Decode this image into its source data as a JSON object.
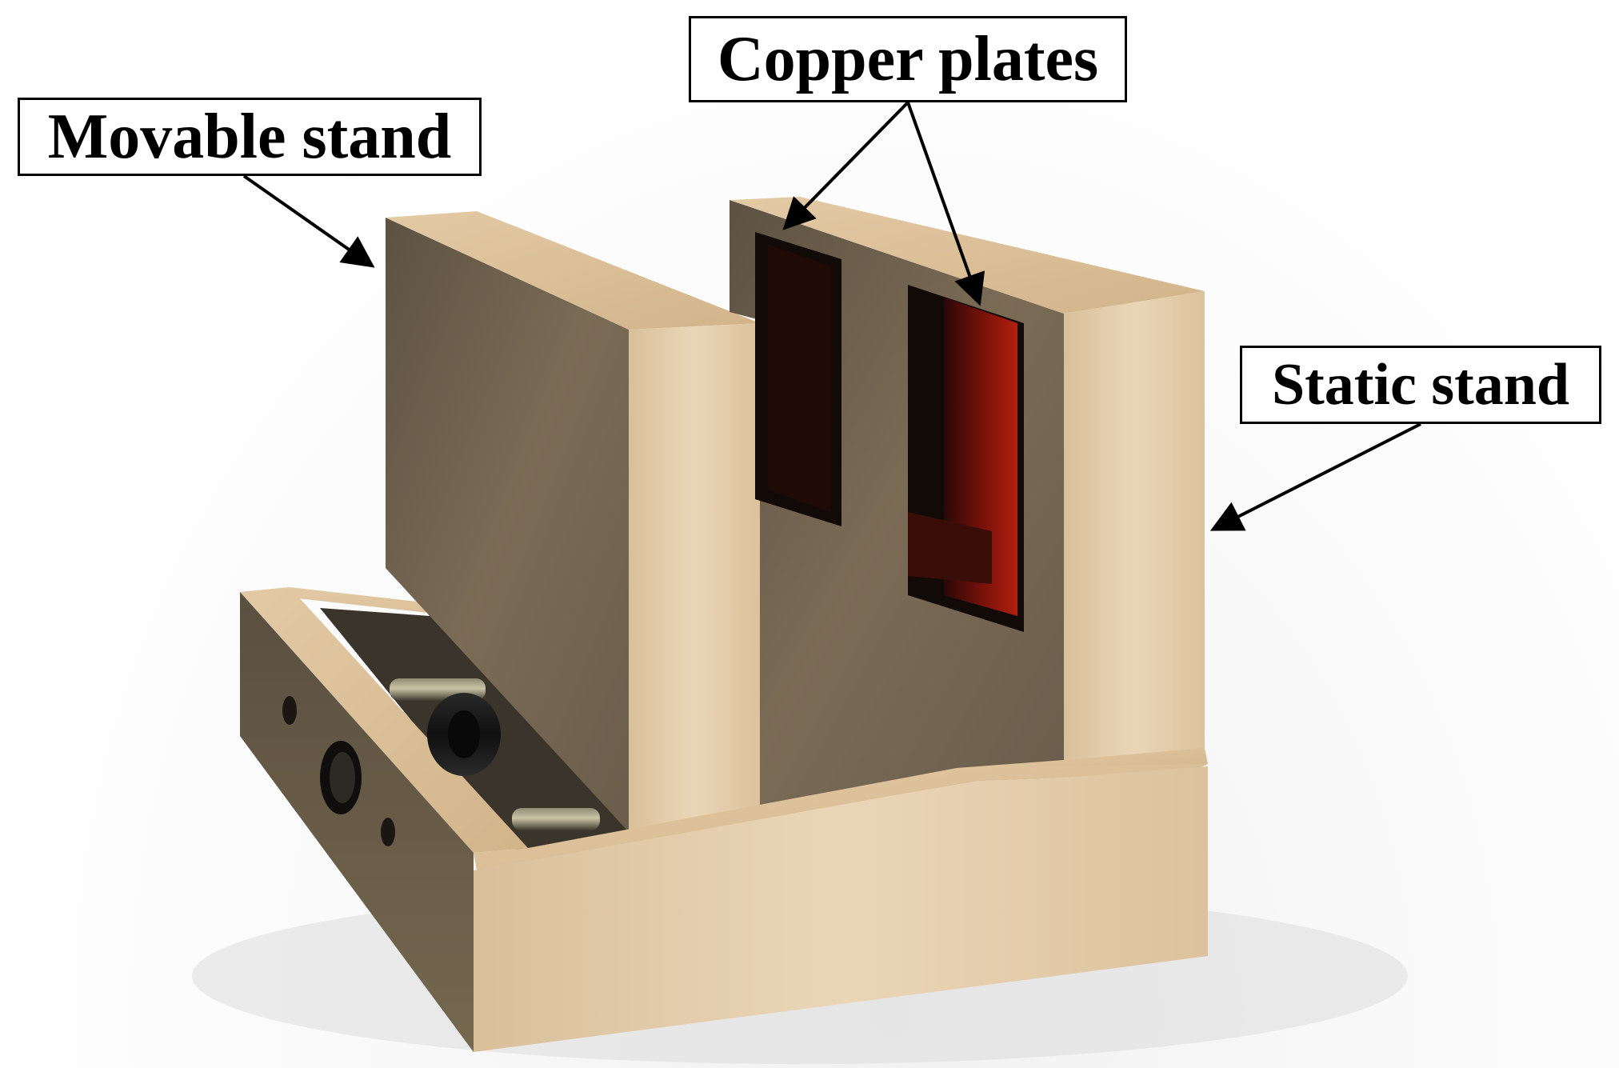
{
  "labels": {
    "movable_stand": "Movable stand",
    "copper_plates": "Copper plates",
    "static_stand": "Static stand"
  },
  "colors": {
    "wood_light": "#e6d0b0",
    "wood_mid": "#d6bc96",
    "wood_dark_face": "#6f6250",
    "cavity": "#120a07",
    "copper_glow": "#a8160c",
    "rod_metal": "#5f5a48",
    "outline": "#000000"
  }
}
